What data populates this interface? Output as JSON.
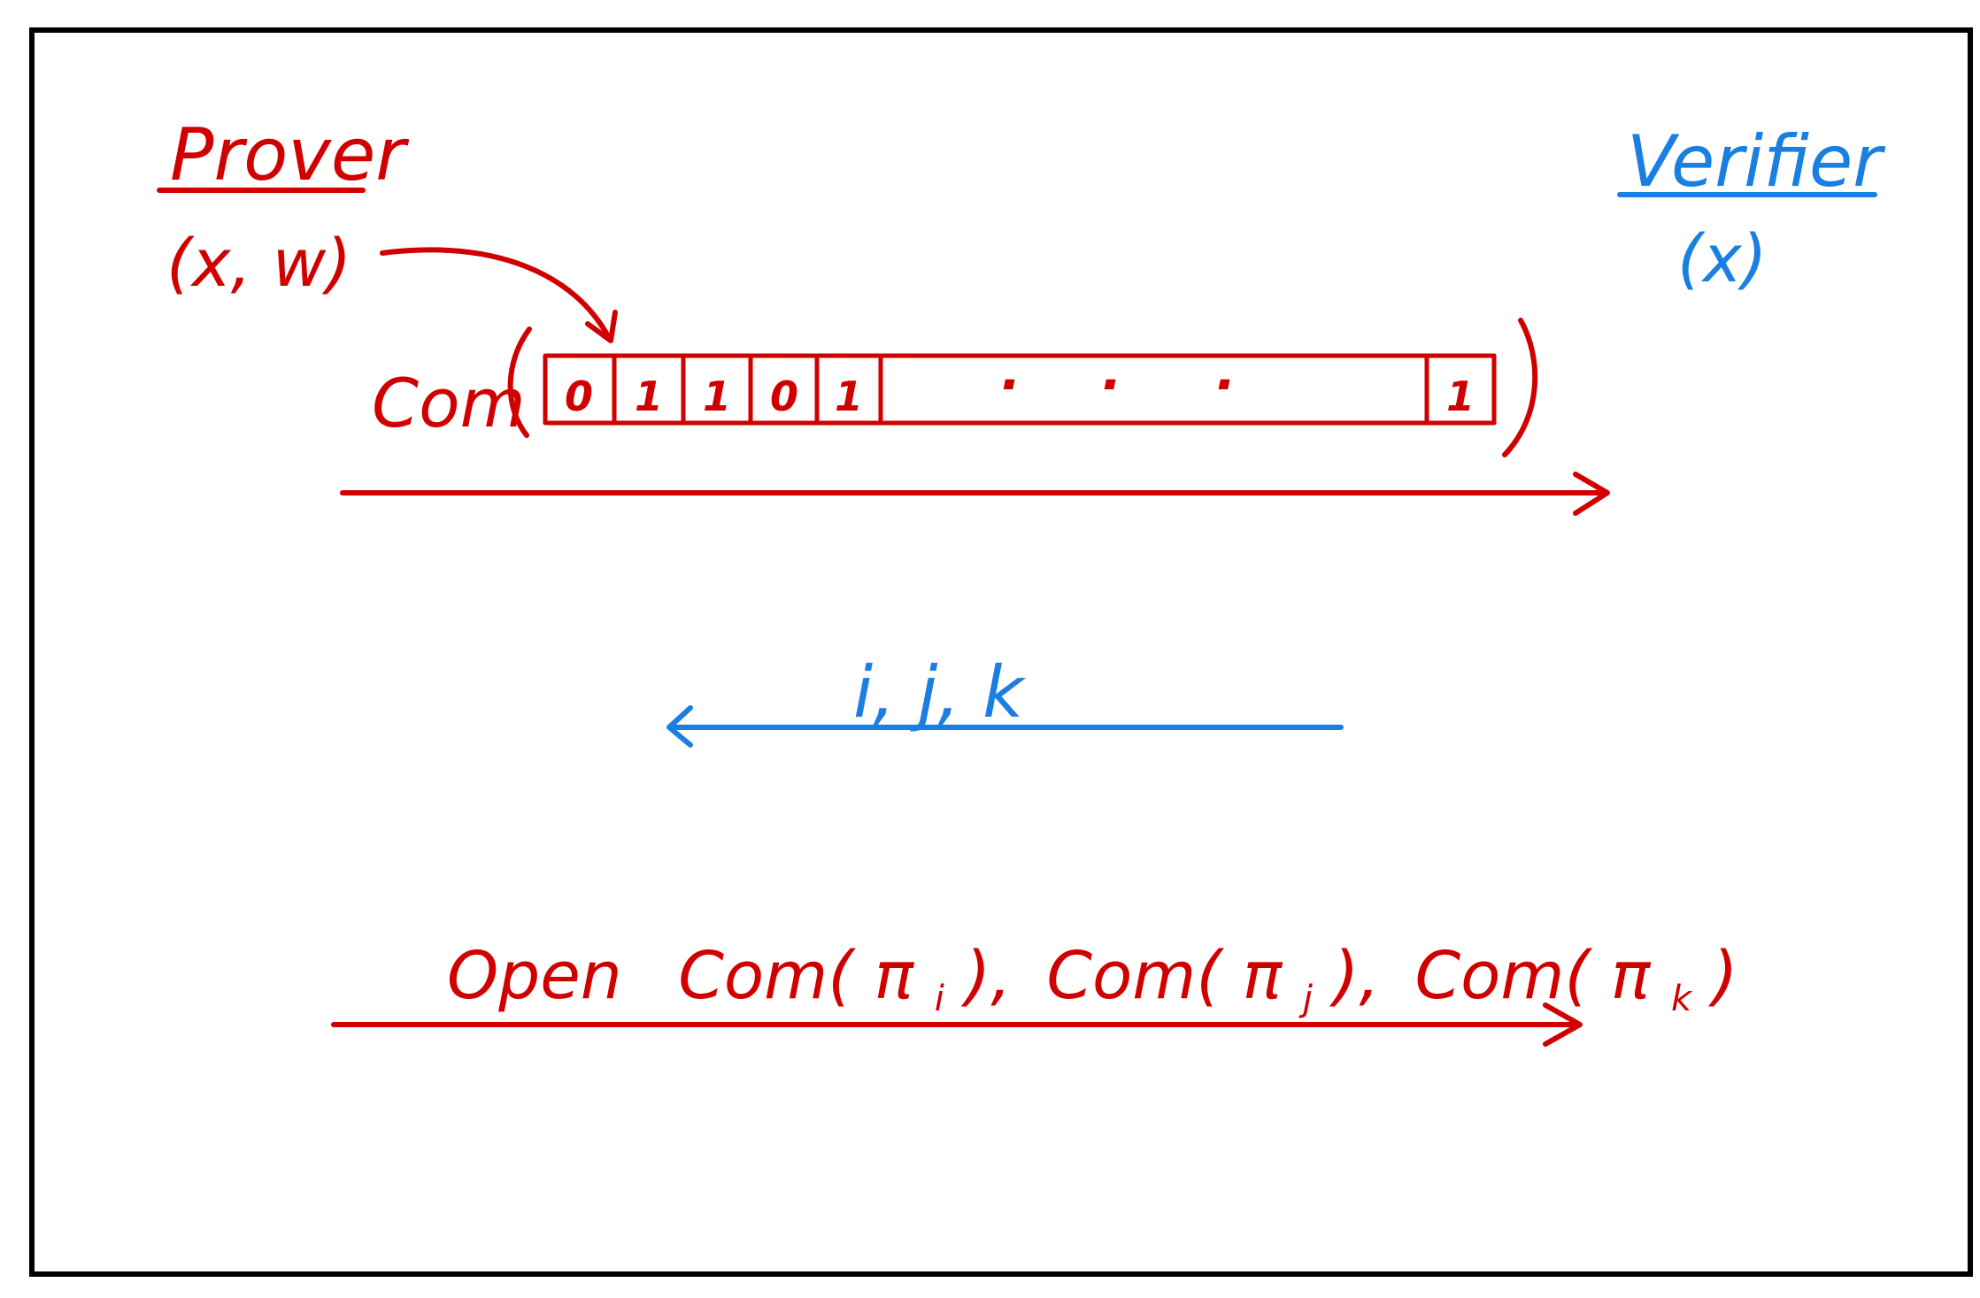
{
  "colors": {
    "prover": "#d00000",
    "verifier": "#1a7fe0",
    "border": "#000000"
  },
  "prover": {
    "title": "Prover",
    "input": "(x, w)"
  },
  "verifier": {
    "title": "Verifier",
    "input": "(x)"
  },
  "commitment": {
    "label": "Com",
    "bits": [
      "0",
      "1",
      "1",
      "0",
      "1"
    ],
    "ellipsis_dots": [
      "·",
      "·",
      "·"
    ],
    "last_bit": "1"
  },
  "challenge": {
    "label": "i, j, k"
  },
  "response": {
    "open": "Open",
    "c1_com": "Com(",
    "c1_pi": "π",
    "c1_sub": "i",
    "c1_close": "),",
    "c2_com": "Com(",
    "c2_pi": "π",
    "c2_sub": "j",
    "c2_close": "),",
    "c3_com": "Com(",
    "c3_pi": "π",
    "c3_sub": "k",
    "c3_close": ")"
  }
}
